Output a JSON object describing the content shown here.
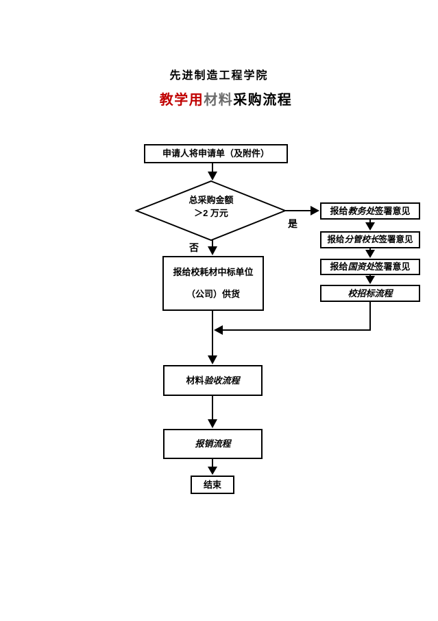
{
  "page": {
    "title": "先进制造工程学院",
    "subtitle": {
      "part_red": "教学用",
      "part_gray": "材料",
      "part_black": "采购流程"
    }
  },
  "colors": {
    "red": "#c00000",
    "gray": "#6b6b6b",
    "ink": "#000000"
  },
  "flowchart": {
    "start_box": "申请人将申请单（及附件）",
    "decision": {
      "line1": "总采购金额",
      "line2": "＞2 万元",
      "yes_label": "是",
      "no_label": "否"
    },
    "yes_branch": [
      {
        "prefix": "报给",
        "italic": "教务处",
        "suffix": "签署意见"
      },
      {
        "prefix": "报给",
        "italic": "分管校长",
        "suffix": "签署意见"
      },
      {
        "prefix": "报给",
        "italic": "国资处",
        "suffix": "签署意见"
      },
      {
        "prefix": "",
        "italic": "校招标流程",
        "suffix": ""
      }
    ],
    "no_branch_box": {
      "line1": "报给校耗材中标单位",
      "line2": "（公司）供货"
    },
    "acceptance_box": {
      "normal": "材料",
      "italic": "验收流程"
    },
    "reimburse_box": "报销流程",
    "end_box": "结束"
  }
}
